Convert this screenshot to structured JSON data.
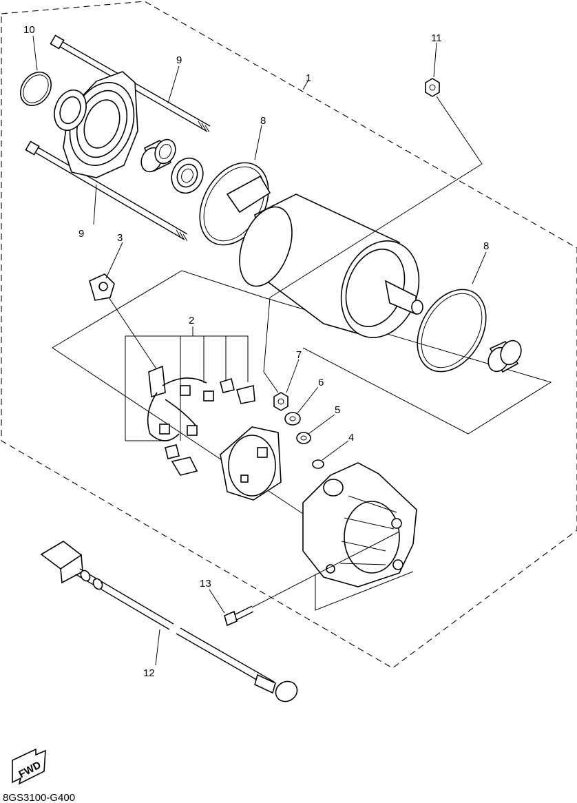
{
  "callouts": {
    "c1": "1",
    "c2": "2",
    "c3": "3",
    "c4": "4",
    "c5": "5",
    "c6": "6",
    "c7": "7",
    "c8a": "8",
    "c8b": "8",
    "c9a": "9",
    "c9b": "9",
    "c10": "10",
    "c11": "11",
    "c12": "12",
    "c13": "13"
  },
  "fwd_label": "FWD",
  "diagram_code": "8GS3100-G400"
}
